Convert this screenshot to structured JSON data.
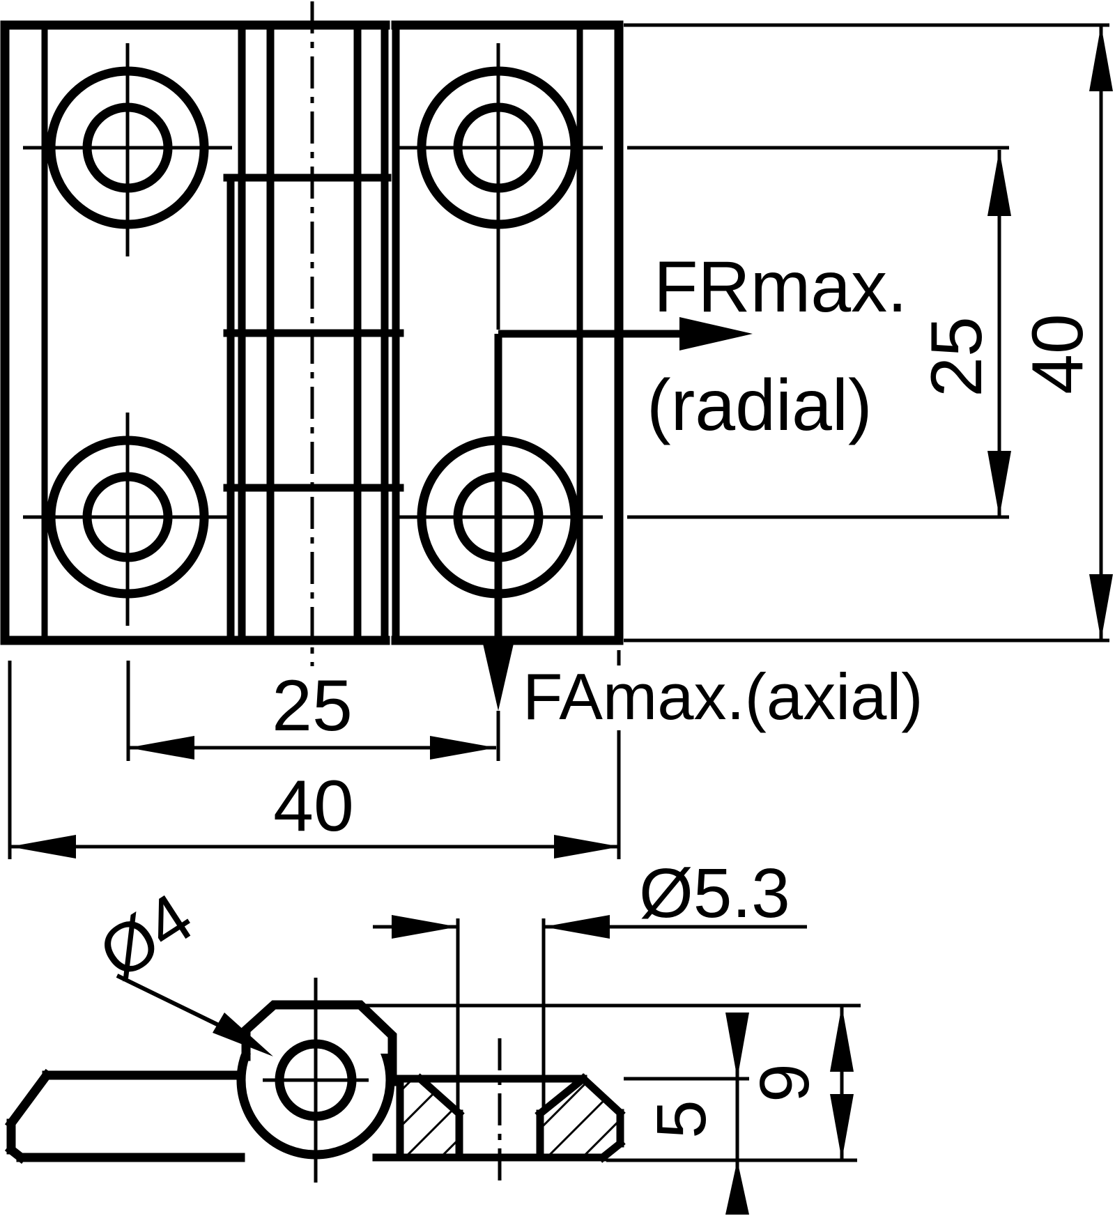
{
  "drawing": {
    "labels": {
      "fr_max": "FRmax.",
      "fr_note": "(radial)",
      "fa_max": "FAmax.(axial)"
    },
    "dims": {
      "plan_hole_spacing_x": "25",
      "plan_width": "40",
      "plan_hole_spacing_y": "25",
      "plan_height": "40",
      "counterbore_dia": "Ø5.3",
      "pin_dia": "Ø4",
      "leaf_thickness": "5",
      "overall_thickness": "9"
    },
    "colors": {
      "line": "#000000",
      "background": "#ffffff"
    }
  }
}
